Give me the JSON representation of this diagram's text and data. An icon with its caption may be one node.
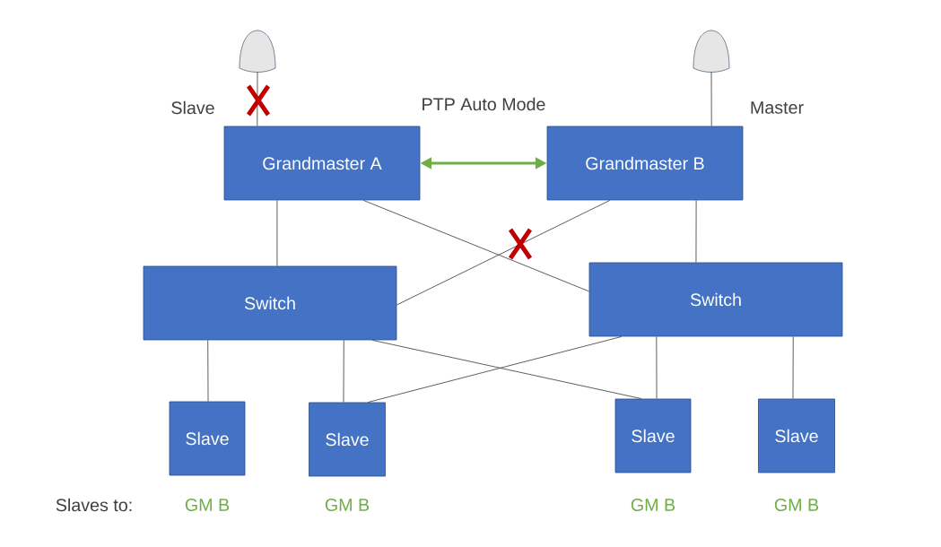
{
  "diagram": {
    "nodes": [
      {
        "text": [],
        "shape": "antenna"
      },
      {
        "text": [],
        "shape": "antenna"
      },
      {
        "text": [
          "Grandmaster A"
        ]
      },
      {
        "text": [
          "Grandmaster B"
        ]
      },
      {
        "text": [
          "Switch"
        ]
      },
      {
        "text": [
          "Switch"
        ]
      },
      {
        "text": [
          "Slave"
        ],
        "beside": [
          "GM B"
        ]
      },
      {
        "text": [
          "Slave"
        ],
        "beside": [
          "GM B"
        ]
      },
      {
        "text": [
          "Slave"
        ],
        "beside": [
          "GM B"
        ]
      },
      {
        "text": [
          "Slave"
        ],
        "beside": [
          "GM B"
        ]
      }
    ],
    "edges": [
      {
        "from": 0,
        "to": 2,
        "arrow": "none"
      },
      {
        "from": 1,
        "to": 3,
        "arrow": "none"
      },
      {
        "from": 2,
        "to": 3,
        "arrow": "both",
        "label": "PTP Auto Mode",
        "style": "thick",
        "color": "#70ad47"
      },
      {
        "from": 2,
        "to": 4,
        "arrow": "none"
      },
      {
        "from": 2,
        "to": 5,
        "arrow": "none"
      },
      {
        "from": 3,
        "to": 4,
        "arrow": "none"
      },
      {
        "from": 3,
        "to": 5,
        "arrow": "none"
      },
      {
        "from": 4,
        "to": 6,
        "arrow": "none"
      },
      {
        "from": 4,
        "to": 7,
        "arrow": "none"
      },
      {
        "from": 4,
        "to": 8,
        "arrow": "none"
      },
      {
        "from": 5,
        "to": 7,
        "arrow": "none"
      },
      {
        "from": 5,
        "to": 8,
        "arrow": "none"
      },
      {
        "from": 5,
        "to": 9,
        "arrow": "none"
      }
    ],
    "labels": [
      "Slave",
      "Master",
      "Slaves to:"
    ]
  }
}
